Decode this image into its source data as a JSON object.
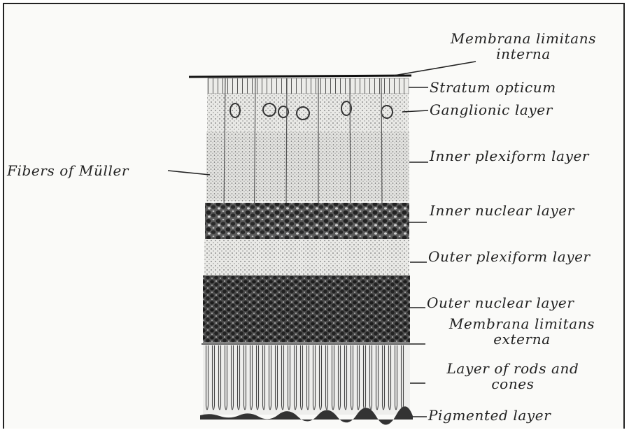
{
  "labels": {
    "membrana_limitans_interna_1": "Membrana limitans",
    "membrana_limitans_interna_2": "interna",
    "stratum_opticum": "Stratum opticum",
    "ganglionic_layer": "Ganglionic layer",
    "inner_plexiform_layer": "Inner plexiform layer",
    "fibers_of_muller": "Fibers of Müller",
    "inner_nuclear_layer": "Inner nuclear layer",
    "outer_plexiform_layer": "Outer plexiform layer",
    "outer_nuclear_layer": "Outer nuclear layer",
    "membrana_limitans_externa_1": "Membrana limitans",
    "membrana_limitans_externa_2": "externa",
    "rods_and_cones_1": "Layer of rods and",
    "rods_and_cones_2": "cones",
    "pigmented_layer": "Pigmented layer"
  },
  "colors": {
    "ink": "#222222",
    "paper": "#fafaf8",
    "dark_layer": "#3a3a3a",
    "mid_layer": "#9a9a9a",
    "light_layer": "#dcdcdc"
  }
}
